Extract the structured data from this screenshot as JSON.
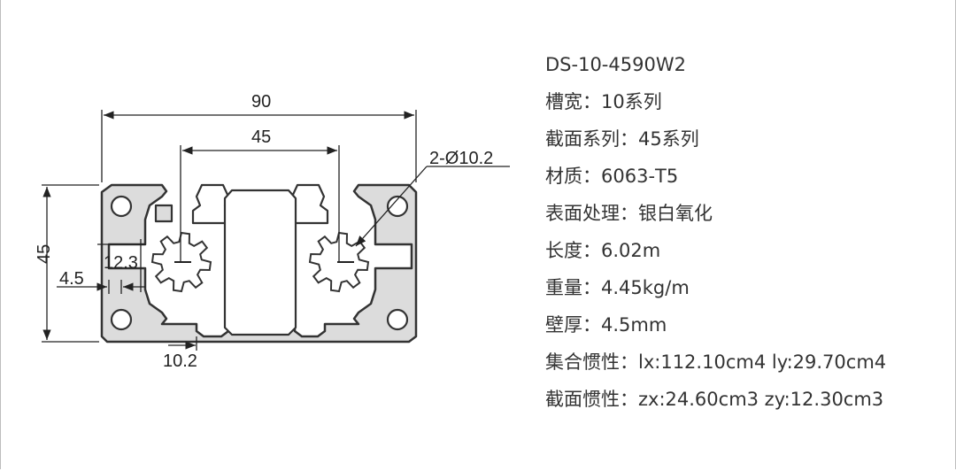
{
  "drawing": {
    "dimensions": {
      "width_90": "90",
      "inner_45": "45",
      "hole": "2-Ø10.2",
      "height_45": "45",
      "d_12_3": "12.3",
      "d_4_5": "4.5",
      "d_10_2": "10.2"
    }
  },
  "specs": [
    "DS-10-4590W2",
    "槽宽：10系列",
    "截面系列：45系列",
    "材质：6063-T5",
    "表面处理：银白氧化",
    "长度：6.02m",
    "重量：4.45kg/m",
    "壁厚：4.5mm",
    "集合惯性：lx:112.10cm4 ly:29.70cm4",
    "截面惯性：zx:24.60cm3 zy:12.30cm3"
  ]
}
